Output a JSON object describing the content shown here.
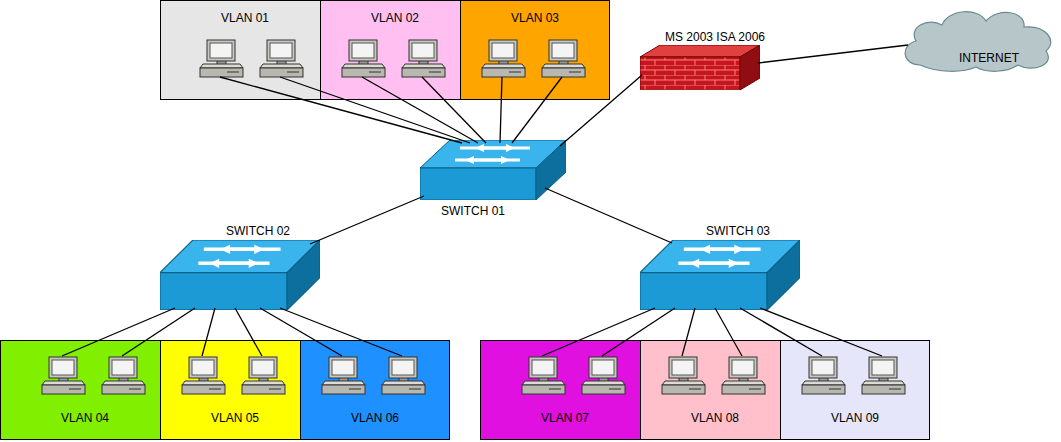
{
  "diagram": {
    "nodes": [
      {
        "text": [
          "VLAN 01"
        ]
      },
      {
        "text": [
          "VLAN 02"
        ]
      },
      {
        "text": [
          "VLAN 03"
        ]
      },
      {
        "text": [
          "MS 2003 ISA 2006"
        ]
      },
      {
        "text": [
          "INTERNET"
        ]
      },
      {
        "text": [
          "SWITCH 01"
        ]
      },
      {
        "text": [
          "SWITCH 02"
        ]
      },
      {
        "text": [
          "SWITCH 03"
        ]
      },
      {
        "text": [
          "VLAN 04"
        ]
      },
      {
        "text": [
          "VLAN 05"
        ]
      },
      {
        "text": [
          "VLAN 06"
        ]
      },
      {
        "text": [
          "VLAN 07"
        ]
      },
      {
        "text": [
          "VLAN 08"
        ]
      },
      {
        "text": [
          "VLAN 09"
        ]
      }
    ],
    "edges": [
      {
        "from": 0,
        "to": 5,
        "arrow": "none"
      },
      {
        "from": 0,
        "to": 5,
        "arrow": "none"
      },
      {
        "from": 1,
        "to": 5,
        "arrow": "none"
      },
      {
        "from": 1,
        "to": 5,
        "arrow": "none"
      },
      {
        "from": 2,
        "to": 5,
        "arrow": "none"
      },
      {
        "from": 2,
        "to": 5,
        "arrow": "none"
      },
      {
        "from": 3,
        "to": 5,
        "arrow": "none"
      },
      {
        "from": 3,
        "to": 4,
        "arrow": "none"
      },
      {
        "from": 5,
        "to": 6,
        "arrow": "none"
      },
      {
        "from": 5,
        "to": 7,
        "arrow": "none"
      },
      {
        "from": 8,
        "to": 6,
        "arrow": "none"
      },
      {
        "from": 8,
        "to": 6,
        "arrow": "none"
      },
      {
        "from": 9,
        "to": 6,
        "arrow": "none"
      },
      {
        "from": 9,
        "to": 6,
        "arrow": "none"
      },
      {
        "from": 10,
        "to": 6,
        "arrow": "none"
      },
      {
        "from": 10,
        "to": 6,
        "arrow": "none"
      },
      {
        "from": 11,
        "to": 7,
        "arrow": "none"
      },
      {
        "from": 11,
        "to": 7,
        "arrow": "none"
      },
      {
        "from": 12,
        "to": 7,
        "arrow": "none"
      },
      {
        "from": 12,
        "to": 7,
        "arrow": "none"
      },
      {
        "from": 13,
        "to": 7,
        "arrow": "none"
      },
      {
        "from": 13,
        "to": 7,
        "arrow": "none"
      }
    ]
  }
}
